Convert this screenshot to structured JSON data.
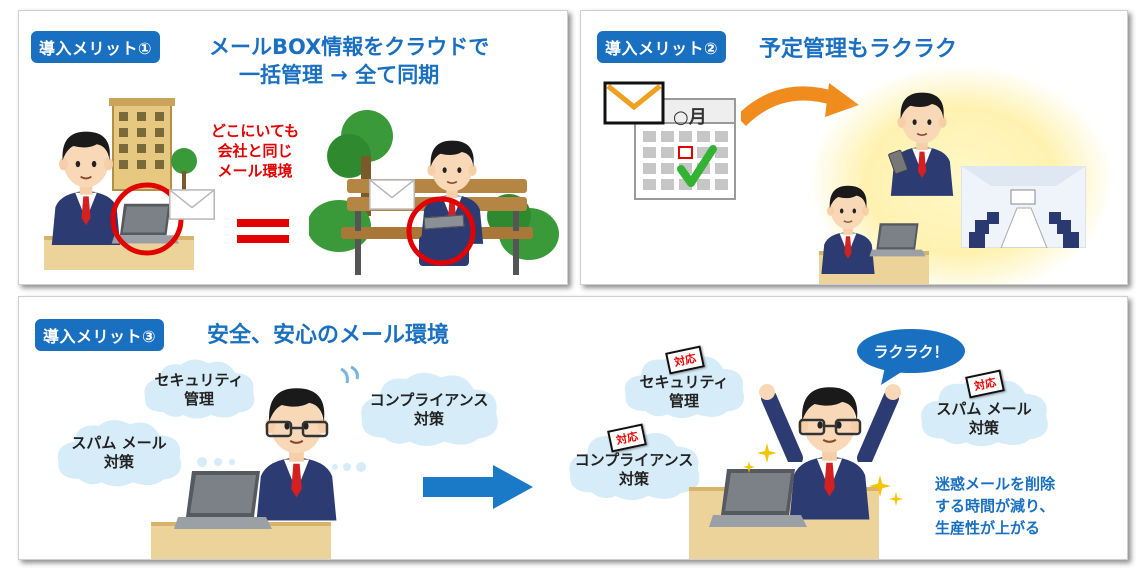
{
  "panel1": {
    "badge": "導入メリット①",
    "title_line1": "メールBOX情報をクラウドで",
    "title_line2": "一括管理 → 全て同期",
    "note_line1": "どこにいても",
    "note_line2": "会社と同じ",
    "note_line3": "メール環境"
  },
  "panel2": {
    "badge": "導入メリット②",
    "title": "予定管理もラクラク",
    "calendar_label": "○月"
  },
  "panel3": {
    "badge": "導入メリット③",
    "title": "安全、安心のメール環境",
    "clouds_before": [
      {
        "line1": "セキュリティ",
        "line2": "管理"
      },
      {
        "line1": "コンプライアンス",
        "line2": "対策"
      },
      {
        "line1": "スパム メール",
        "line2": "対策"
      }
    ],
    "clouds_after": [
      {
        "line1": "セキュリティ",
        "line2": "管理",
        "tag": "対応"
      },
      {
        "line1": "コンプライアンス",
        "line2": "対策",
        "tag": "対応"
      },
      {
        "line1": "スパム メール",
        "line2": "対策",
        "tag": "対応"
      }
    ],
    "speech": "ラクラク！",
    "result_line1": "迷惑メールを削除",
    "result_line2": "する時間が減り、",
    "result_line3": "生産性が上がる"
  },
  "colors": {
    "accent": "#1a70c0",
    "red": "#e20000",
    "cloud": "#d6ecf8",
    "suit": "#2c3c72"
  }
}
